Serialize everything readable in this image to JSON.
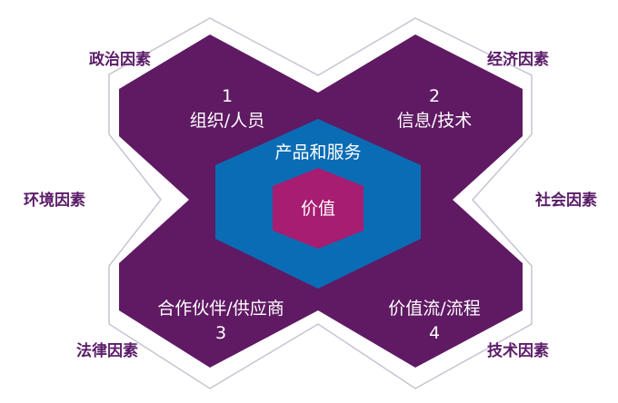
{
  "colors": {
    "outline": "#c8c3d2",
    "outer_shape": "#5f1a63",
    "middle_hex": "#0a6cb4",
    "core_hex": "#a61d71",
    "factor_text": "#5b1c69"
  },
  "external_factors": {
    "political": "政治因素",
    "economic": "经济因素",
    "environmental": "环境因素",
    "social": "社会因素",
    "legal": "法律因素",
    "technological": "技术因素"
  },
  "quadrants": {
    "q1": {
      "number": "1",
      "label": "组织/人员"
    },
    "q2": {
      "number": "2",
      "label": "信息/技术"
    },
    "q3": {
      "number": "3",
      "label": "合作伙伴/供应商"
    },
    "q4": {
      "number": "4",
      "label": "价值流/流程"
    }
  },
  "middle_label": "产品和服务",
  "core_label": "价值"
}
